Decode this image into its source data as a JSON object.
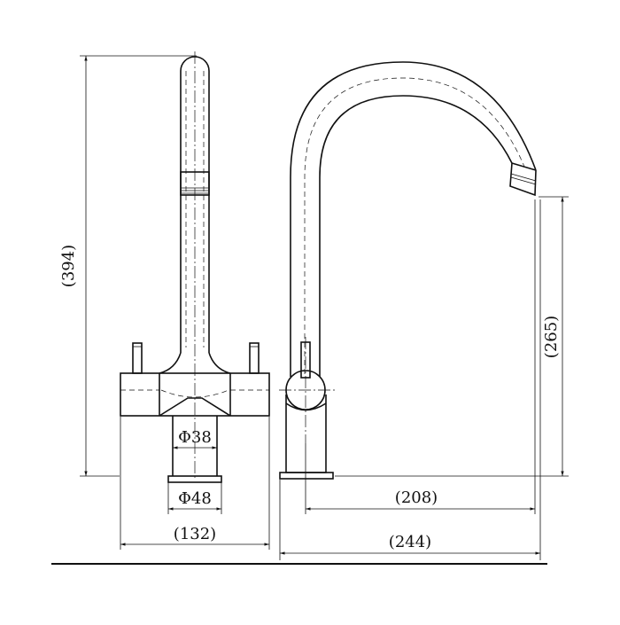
{
  "dimensions": {
    "overall_height": "(394)",
    "spout_outlet_height": "(265)",
    "body_width": "(132)",
    "inner_diameter": "Φ38",
    "base_diameter": "Φ48",
    "spout_reach": "(208)",
    "overall_depth": "(244)"
  },
  "colors": {
    "line": "#111111",
    "background": "#ffffff"
  }
}
